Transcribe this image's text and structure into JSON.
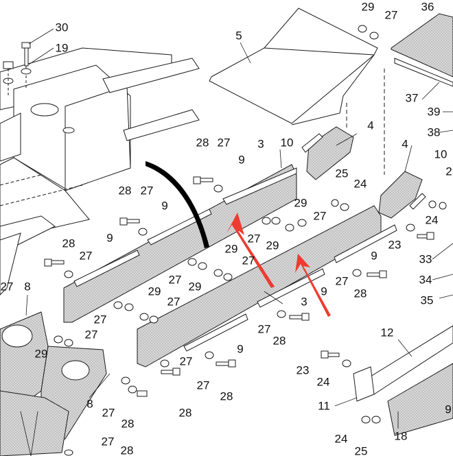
{
  "diagram": {
    "callouts": [
      {
        "id": "c1",
        "text": "30"
      },
      {
        "id": "c2",
        "text": "19"
      },
      {
        "id": "c3",
        "text": "5"
      },
      {
        "id": "c4",
        "text": "29"
      },
      {
        "id": "c5",
        "text": "27"
      },
      {
        "id": "c6",
        "text": "36"
      },
      {
        "id": "c7",
        "text": "37"
      },
      {
        "id": "c8",
        "text": "39"
      },
      {
        "id": "c9",
        "text": "38"
      },
      {
        "id": "c10",
        "text": "4"
      },
      {
        "id": "c11",
        "text": "10"
      },
      {
        "id": "c12",
        "text": "4"
      },
      {
        "id": "c13",
        "text": "10"
      },
      {
        "id": "c14",
        "text": "28"
      },
      {
        "id": "c15",
        "text": "27"
      },
      {
        "id": "c16",
        "text": "3"
      },
      {
        "id": "c17",
        "text": "9"
      },
      {
        "id": "c18",
        "text": "25"
      },
      {
        "id": "c19",
        "text": "24"
      },
      {
        "id": "c20",
        "text": "28"
      },
      {
        "id": "c21",
        "text": "27"
      },
      {
        "id": "c22",
        "text": "9"
      },
      {
        "id": "c23",
        "text": "29"
      },
      {
        "id": "c24",
        "text": "27"
      },
      {
        "id": "c25",
        "text": "24"
      },
      {
        "id": "c26",
        "text": "23"
      },
      {
        "id": "c27",
        "text": "27"
      },
      {
        "id": "c28",
        "text": "29"
      },
      {
        "id": "c29",
        "text": "28"
      },
      {
        "id": "c30",
        "text": "27"
      },
      {
        "id": "c31",
        "text": "9"
      },
      {
        "id": "c32",
        "text": "29"
      },
      {
        "id": "c33",
        "text": "27"
      },
      {
        "id": "c34",
        "text": "33"
      },
      {
        "id": "c35",
        "text": "9"
      },
      {
        "id": "c36",
        "text": "34"
      },
      {
        "id": "c37",
        "text": "27"
      },
      {
        "id": "c38",
        "text": "29"
      },
      {
        "id": "c39",
        "text": "27"
      },
      {
        "id": "c40",
        "text": "28"
      },
      {
        "id": "c41",
        "text": "9"
      },
      {
        "id": "c42",
        "text": "35"
      },
      {
        "id": "c43",
        "text": "27"
      },
      {
        "id": "c44",
        "text": "8"
      },
      {
        "id": "c45",
        "text": "27"
      },
      {
        "id": "c46",
        "text": "29"
      },
      {
        "id": "c47",
        "text": "27"
      },
      {
        "id": "c48",
        "text": "3"
      },
      {
        "id": "c49",
        "text": "27"
      },
      {
        "id": "c50",
        "text": "28"
      },
      {
        "id": "c51",
        "text": "12"
      },
      {
        "id": "c52",
        "text": "27"
      },
      {
        "id": "c53",
        "text": "29"
      },
      {
        "id": "c54",
        "text": "9"
      },
      {
        "id": "c55",
        "text": "27"
      },
      {
        "id": "c56",
        "text": "23"
      },
      {
        "id": "c57",
        "text": "24"
      },
      {
        "id": "c58",
        "text": "27"
      },
      {
        "id": "c59",
        "text": "28"
      },
      {
        "id": "c60",
        "text": "11"
      },
      {
        "id": "c61",
        "text": "8"
      },
      {
        "id": "c62",
        "text": "27"
      },
      {
        "id": "c63",
        "text": "28"
      },
      {
        "id": "c64",
        "text": "9"
      },
      {
        "id": "c65",
        "text": "24"
      },
      {
        "id": "c66",
        "text": "18"
      },
      {
        "id": "c67",
        "text": "27"
      },
      {
        "id": "c68",
        "text": "28"
      },
      {
        "id": "c69",
        "text": "25"
      },
      {
        "id": "c70",
        "text": "28"
      },
      {
        "id": "c71",
        "text": "2"
      }
    ],
    "colors": {
      "line": "#1a1a1a",
      "panel_fill": "#d6d6d6",
      "panel_dots": "#8a8a8a",
      "arrow": "#ee3b30",
      "black_arc": "#000000"
    }
  }
}
